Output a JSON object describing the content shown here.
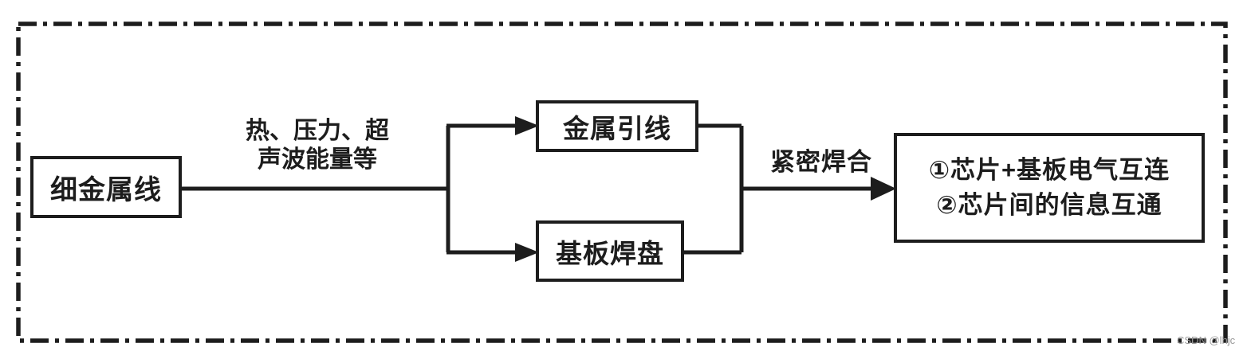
{
  "colors": {
    "ink": "#1d1d1d",
    "background": "#ffffff",
    "watermark_gray": "#9a9a9a"
  },
  "nodes": {
    "wire": {
      "label": "细金属线"
    },
    "lead": {
      "label": "金属引线"
    },
    "pad": {
      "label": "基板焊盘"
    },
    "result": {
      "line1": "①芯片+基板电气互连",
      "line2": "②芯片间的信息互通"
    }
  },
  "edge_labels": {
    "energy": {
      "line1": "热、压力、超",
      "line2": "声波能量等"
    },
    "weld": "紧密焊合"
  },
  "watermark": "CSDN @lhjc"
}
